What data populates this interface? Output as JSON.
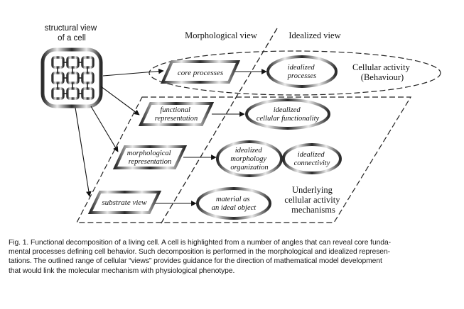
{
  "diagram": {
    "structural_view_label": [
      "structural view",
      "of a cell"
    ],
    "morphological_view_label": "Morphological view",
    "idealized_view_label": "Idealized view",
    "core_processes": "core processes",
    "idealized_processes": [
      "idealized",
      "processes"
    ],
    "cellular_activity": [
      "Cellular activity",
      "(Behaviour)"
    ],
    "functional_representation": [
      "functional",
      "representation"
    ],
    "idealized_cellular_functionality": [
      "idealized",
      "cellular functionality"
    ],
    "morphological_representation": [
      "morphological",
      "representation"
    ],
    "idealized_morphology_organization": [
      "idealized",
      "morphology",
      "organization"
    ],
    "idealized_connectivity": [
      "idealized",
      "connectivity"
    ],
    "substrate_view": "substrate view",
    "material_as_ideal_object": [
      "material as",
      "an ideal object"
    ],
    "underlying_mechanisms": [
      "Underlying",
      "cellular activity",
      "mechanisms"
    ]
  },
  "caption": {
    "lines": [
      "Fig. 1. Functional decomposition of a living cell. A cell is highlighted from a number of angles that can reveal core funda-",
      "mental processes defining cell behavior. Such decomposition is performed in the morphological and idealized represen-",
      "tations. The outlined range of cellular “views” provides guidance for the direction of mathematical model development",
      "that would link the molecular mechanism with physiological phenotype."
    ]
  }
}
